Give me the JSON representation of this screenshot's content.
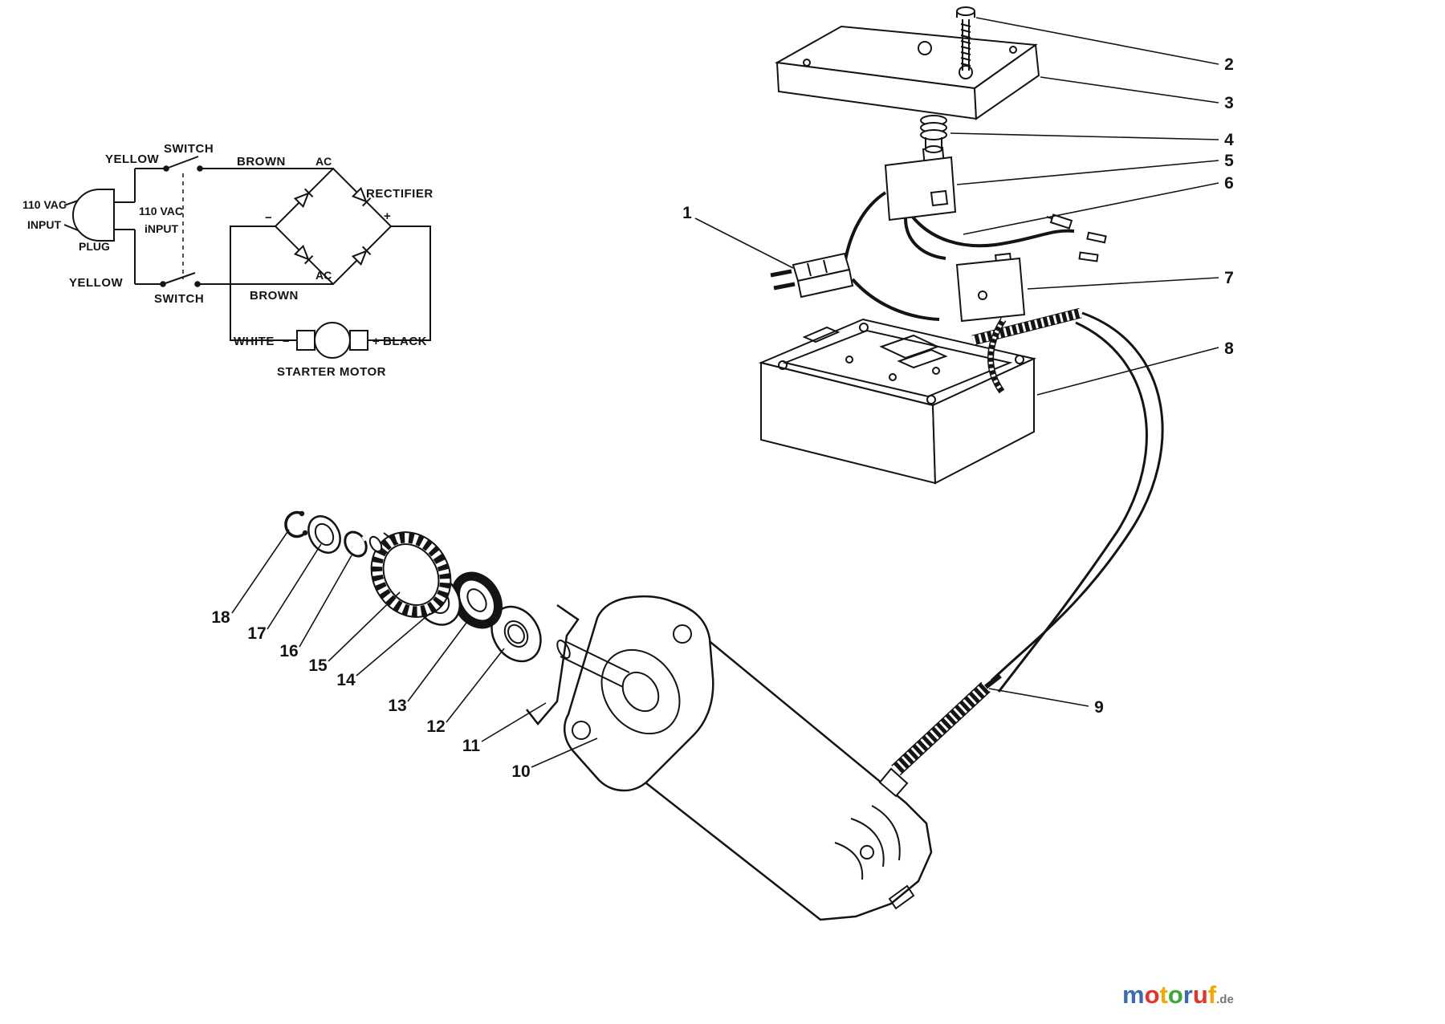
{
  "diagram": {
    "schematic": {
      "input_label_1": "110 VAC",
      "input_label_2": "INPUT",
      "plug": "PLUG",
      "yellow_top": "YELLOW",
      "yellow_bottom": "YELLOW",
      "switch_top": "SWITCH",
      "switch_bottom": "SWITCH",
      "brown_top": "BROWN",
      "brown_bottom": "BROWN",
      "ac_top": "AC",
      "ac_bottom": "AC",
      "rectifier": "RECTIFIER",
      "inner_input_1": "110 VAC",
      "inner_input_2": "iNPUT",
      "minus_bridge": "−",
      "plus_bridge": "+",
      "white": "WHITE",
      "minus_motor": "−",
      "plus_motor": "+",
      "black": "BLACK",
      "starter_motor": "STARTER MOTOR"
    },
    "callouts": [
      "1",
      "2",
      "3",
      "4",
      "5",
      "6",
      "7",
      "8",
      "9",
      "10",
      "11",
      "12",
      "13",
      "14",
      "15",
      "16",
      "17",
      "18"
    ]
  },
  "logo": {
    "letters": [
      {
        "ch": "m",
        "color": "#3a6bb5"
      },
      {
        "ch": "o",
        "color": "#e63329"
      },
      {
        "ch": "t",
        "color": "#f5a800"
      },
      {
        "ch": "o",
        "color": "#3aaa35"
      },
      {
        "ch": "r",
        "color": "#3a6bb5"
      },
      {
        "ch": "u",
        "color": "#e63329"
      },
      {
        "ch": "f",
        "color": "#f5a800"
      }
    ],
    "suffix": ".de"
  },
  "colors": {
    "ink": "#141414",
    "background": "#ffffff"
  }
}
